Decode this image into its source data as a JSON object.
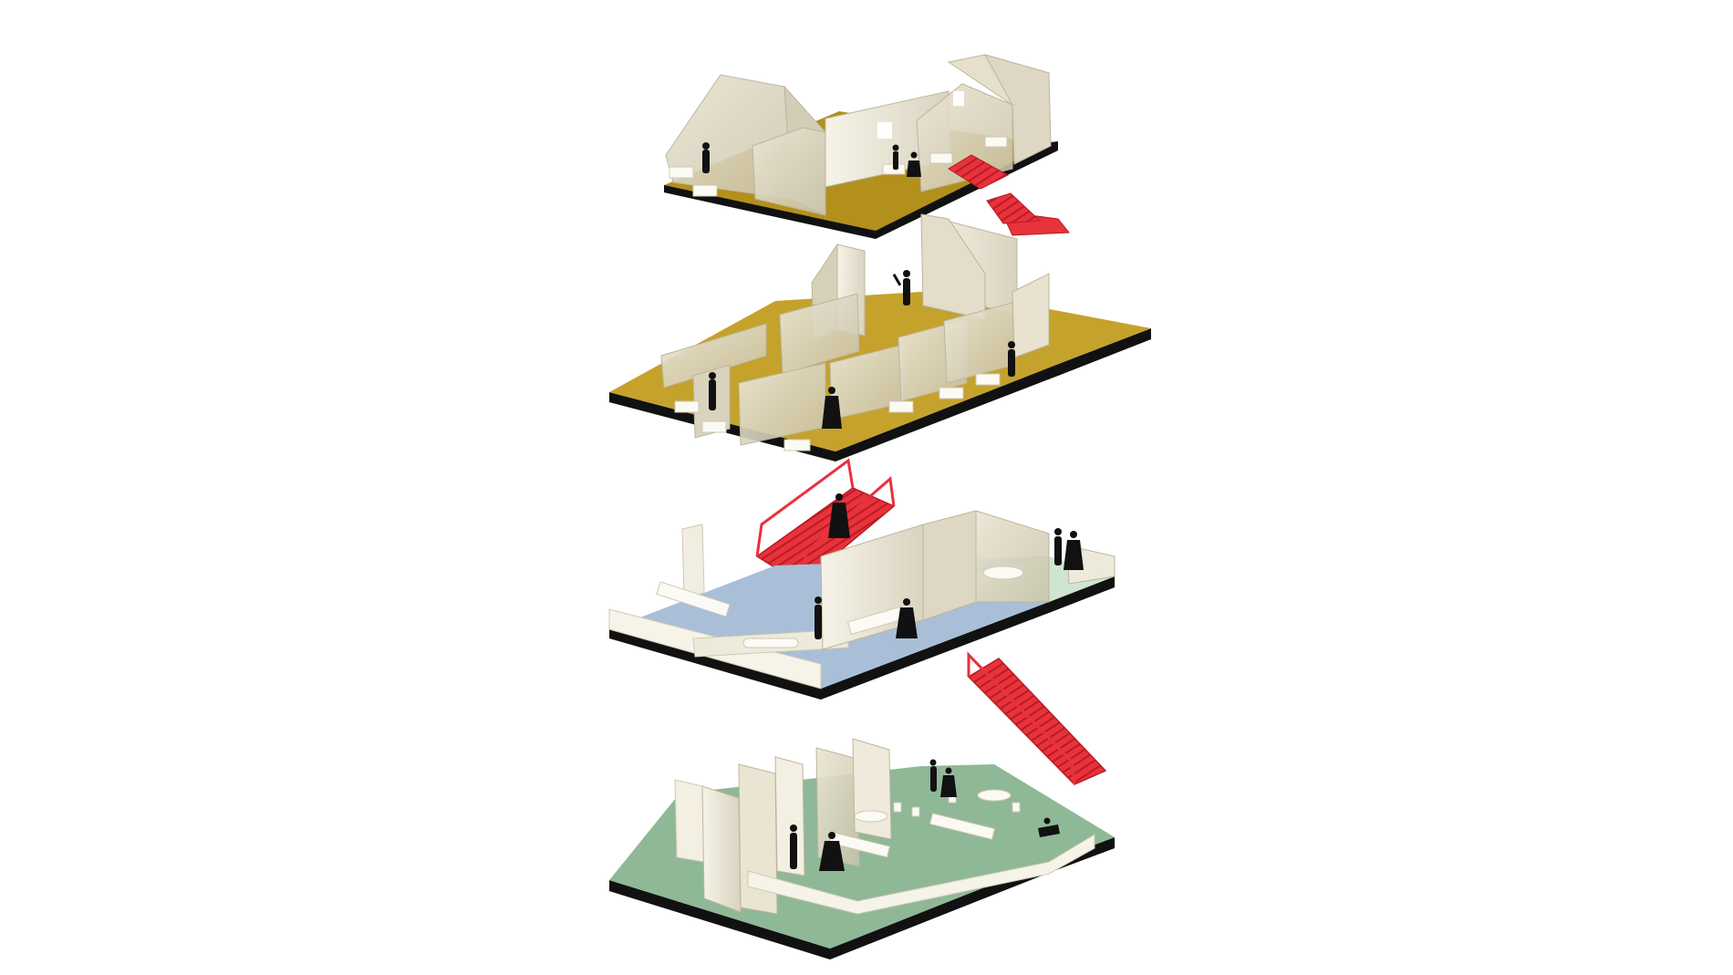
{
  "diagram": {
    "kind": "exploded-axonometric",
    "printed_text": [],
    "levels": [
      {
        "id": "attic",
        "floor_color": "#b3901c",
        "people": 3
      },
      {
        "id": "upper-floor",
        "floor_color": "#c4a22c",
        "people": 4
      },
      {
        "id": "first-floor",
        "floor_color": "#a9bfd8",
        "accent_color": "#cfe5cf",
        "people": 5
      },
      {
        "id": "ground-floor",
        "floor_color": "#8fb897",
        "people": 5
      }
    ],
    "stairs": [
      {
        "id": "stair-attic",
        "color": "#e8323c"
      },
      {
        "id": "stair-first",
        "color": "#e8323c"
      },
      {
        "id": "stair-ground",
        "color": "#e8323c"
      }
    ],
    "colors": {
      "slab_edge": "#111111",
      "wall": "#eeeadb",
      "wall_shade": "#d8d3c2",
      "silhouette": "#111111",
      "stair": "#e8323c"
    }
  }
}
